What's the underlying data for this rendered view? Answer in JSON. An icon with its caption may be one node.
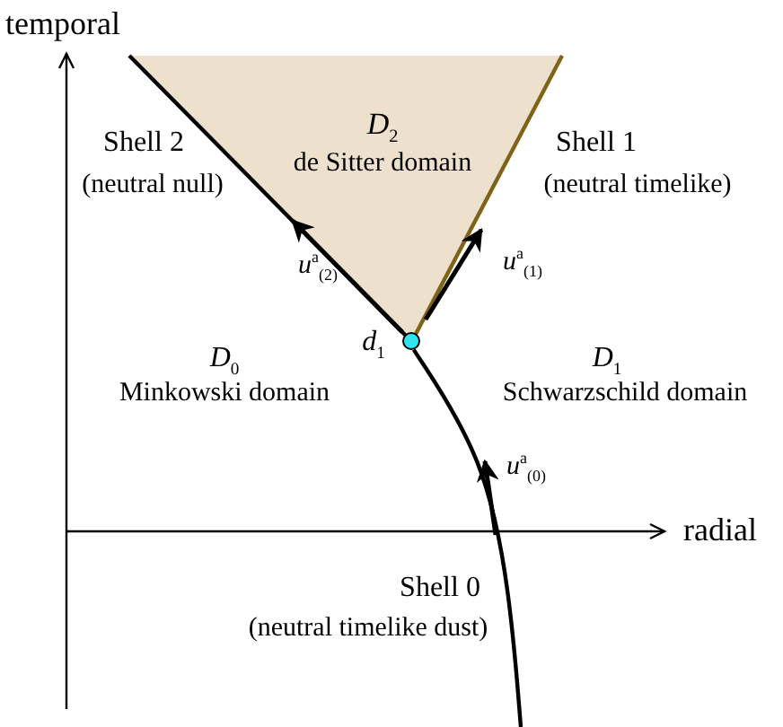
{
  "diagram": {
    "nodes": [
      {
        "text": [
          "*D*$_{2}$",
          "de Sitter domain"
        ]
      },
      {
        "text": [],
        "shape": "circle"
      }
    ],
    "edges": [
      {
        "from": null,
        "to": 1,
        "arrow": "none"
      }
    ],
    "labels": [
      "temporal",
      "Shell 2",
      "(neutral null)",
      "Shell 1",
      "(neutral timelike)",
      "*u*$^{a}$$_{(2)}$",
      "*u*$^{a}$$_{(1)}$",
      "*d*$_{1}$",
      "*D*$_{0}$",
      "Minkowski domain",
      "*D*$_{1}$",
      "Schwarzschild domain",
      "*u*$^{a}$$_{(0)}$",
      "radial",
      "Shell 0",
      "(neutral timelike dust)"
    ]
  }
}
